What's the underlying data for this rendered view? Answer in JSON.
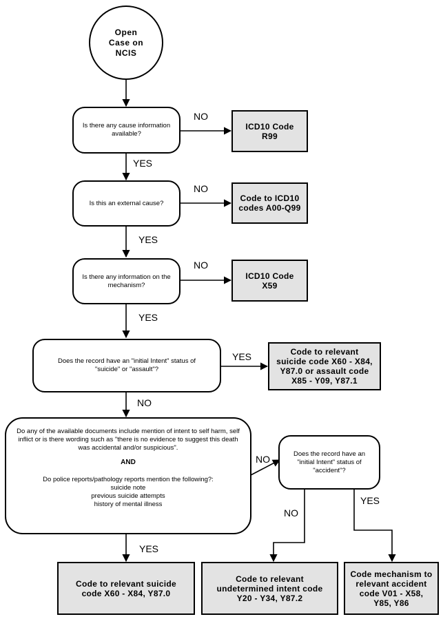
{
  "start": {
    "text": "Open\nCase on\nNCIS"
  },
  "decisions": {
    "q1": "Is there any cause information available?",
    "q2": "Is this an external cause?",
    "q3": "Is there any information on the mechanism?",
    "q4": "Does the record have an \"initial Intent\" status of \"suicide\" or \"assault\"?",
    "q5_part1": "Do any of the available documents include mention of intent to self harm, self inflict or is there wording such as  \"there is no evidence to suggest this death was accidental and/or suspicious\".",
    "q5_and": "AND",
    "q5_part2": "Do police reports/pathology reports mention the following?:",
    "q5_items": [
      "suicide note",
      "previous suicide attempts",
      "history of mental illness"
    ],
    "q6": "Does the record have an \"initial Intent\" status of \"accident\"?"
  },
  "outcomes": {
    "o1": "ICD10 Code\nR99",
    "o2": "Code to ICD10\ncodes A00-Q99",
    "o3": "ICD10 Code\nX59",
    "o4": "Code to relevant\nsuicide code X60 - X84,\nY87.0 or assault code\nX85 - Y09, Y87.1",
    "o5": "Code to relevant suicide\ncode X60 - X84, Y87.0",
    "o6": "Code to relevant\nundetermined intent code\nY20 - Y34, Y87.2",
    "o7": "Code mechanism to\nrelevant accident\ncode V01 - X58,\nY85, Y86"
  },
  "edge_labels": {
    "q1_no": "NO",
    "q1_yes": "YES",
    "q2_no": "NO",
    "q2_yes": "YES",
    "q3_no": "NO",
    "q3_yes": "YES",
    "q4_yes": "YES",
    "q4_no": "NO",
    "q5_no": "NO",
    "q5_yes": "YES",
    "q6_no": "NO",
    "q6_yes": "YES"
  }
}
